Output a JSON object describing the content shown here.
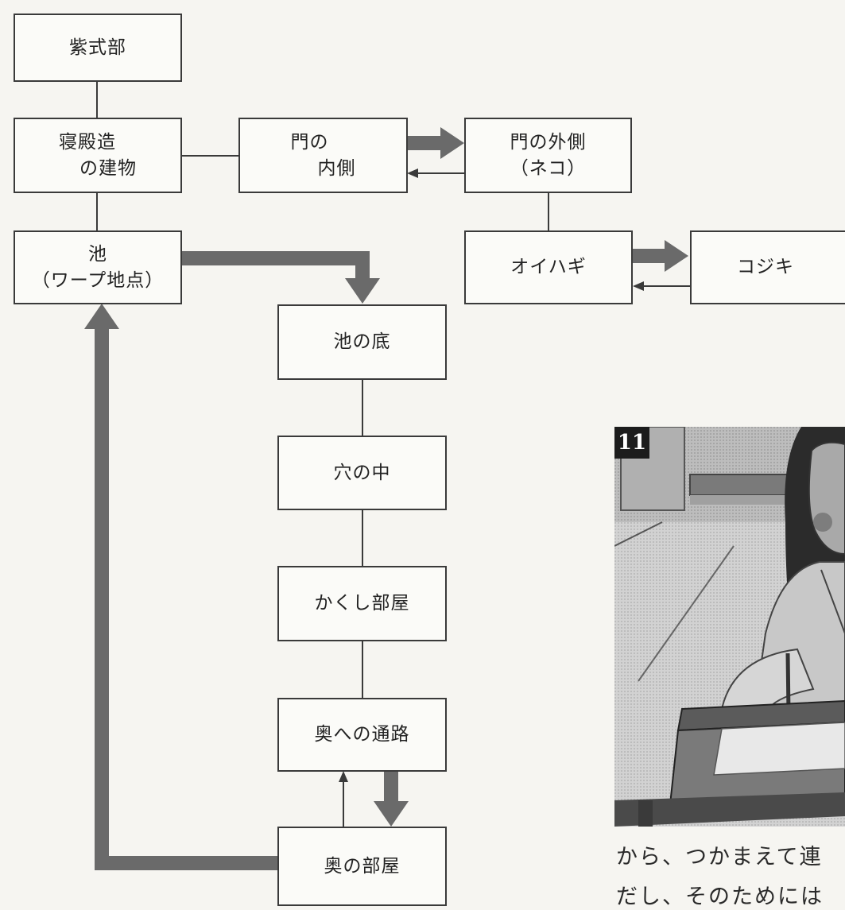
{
  "nodes": {
    "murasaki": "紫式部",
    "shinden_l1": "寝殿造",
    "shinden_l2": "の建物",
    "mon_uchi_l1": "門の",
    "mon_uchi_l2": "内側",
    "mon_soto_l1": "門の外側",
    "mon_soto_l2": "（ネコ）",
    "ike_l1": "池",
    "ike_l2": "（ワープ地点）",
    "oihagi": "オイハギ",
    "kojiki": "コジキ",
    "ike_soko": "池の底",
    "ana_naka": "穴の中",
    "kakushi_beya": "かくし部屋",
    "oku_tsuuro": "奥への通路",
    "oku_heya": "奥の部屋"
  },
  "illustration": {
    "number": "11"
  },
  "caption": {
    "line1": "から、つかまえて連",
    "line2": "だし、そのためには"
  },
  "colors": {
    "thick_arrow": "#6a6a6a",
    "line": "#3a3a3a",
    "background": "#f6f5f1"
  }
}
